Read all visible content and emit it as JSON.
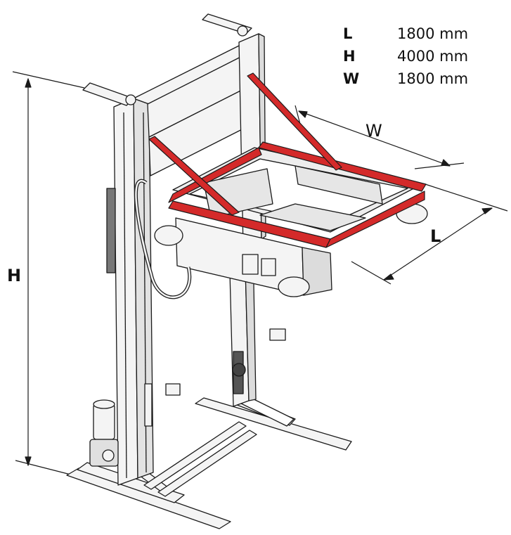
{
  "specs": [
    {
      "key": "L",
      "value": "1800 mm"
    },
    {
      "key": "H",
      "value": "4000 mm"
    },
    {
      "key": "W",
      "value": "1800 mm"
    }
  ],
  "dimension_labels": {
    "height": "H",
    "width": "W",
    "length": "L"
  },
  "colors": {
    "frame_highlight": "#d42a2a",
    "line": "#1a1a1a",
    "fill": "#f4f4f4"
  }
}
